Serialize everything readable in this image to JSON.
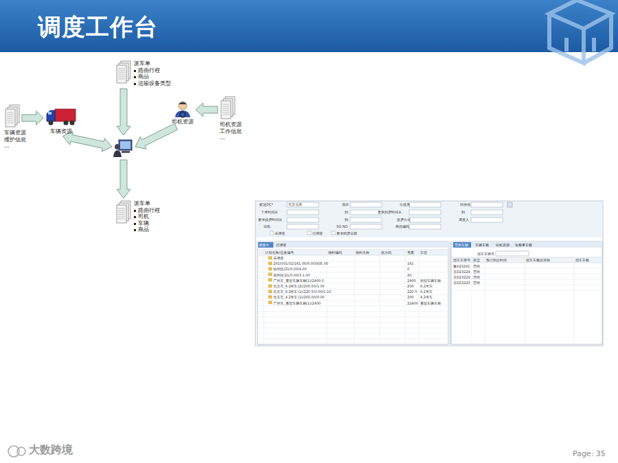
{
  "diagram": {
    "title": "调度工作台",
    "nodes": [
      {
        "text": [
          "派车单",
          "路由行程",
          "商品",
          "运输设备类型"
        ]
      },
      {
        "text": []
      },
      {
        "text": [
          "车辆资源"
        ]
      },
      {
        "text": [
          "车辆资源 维护信息",
          "..."
        ]
      },
      {
        "text": [
          "司机资源"
        ]
      },
      {
        "text": [
          "司机资源 工作信息",
          "..."
        ]
      },
      {
        "text": [
          "派车单",
          "路由行程",
          "司机",
          "车辆",
          "商品"
        ]
      }
    ],
    "edges": [
      {
        "from": 0,
        "to": 1,
        "arrow": "to"
      },
      {
        "from": 1,
        "to": 6,
        "arrow": "to"
      },
      {
        "from": 3,
        "to": 2,
        "arrow": "to"
      },
      {
        "from": 2,
        "to": 1,
        "arrow": "both"
      },
      {
        "from": 5,
        "to": 4,
        "arrow": "to"
      },
      {
        "from": 4,
        "to": 1,
        "arrow": "to"
      }
    ],
    "labels": [
      "配送DC*",
      "北京仓库",
      "项目",
      "分拣员",
      "目的地",
      "下单时间从",
      "到",
      "要求到货时间从",
      "到",
      "要求提货时间从",
      "到",
      "提货方式",
      "调度人",
      "司机",
      "SO NO",
      "商品编码",
      "未调度",
      "已调度",
      "要求到货日期",
      "调度中",
      "已调度",
      "空闲车辆",
      "车辆车载",
      "司机资源",
      "装载量车载",
      "指车车牌号",
      "计划名称/任务编号",
      "物料编码",
      "物料名称",
      "批次码",
      "毛重",
      "车型",
      "未调度",
      "2010/01/31/161.00/0.00/935.00",
      "杭州区/21/0.00/4.00",
      "郑州区/21/0.00/3.1.00",
      "广州市_重型车辆车厢(1)/2400.0",
      "北京市_6.2米车(2)/200.00/1.00",
      "北京市_6.2米车(1)/220.5/0.00/1.10",
      "北京市_4.2米车(1)/200.00/0.00",
      "广州市_重型车辆车厢(1)/2400",
      "161",
      "0",
      "20",
      "2400",
      "200",
      "220.5",
      "200",
      "22400",
      "轻型车辆车厢",
      "6.2米车",
      "6.2米车",
      "4.2米车",
      "重型车辆车厢",
      "指车车牌号",
      "状态",
      "预计到达时间",
      "指车车载品等级",
      "指车车载",
      "豫A23241",
      "空闲",
      "京D23224",
      "空闲",
      "京D23223",
      "空闲",
      "京D23223",
      "空闲",
      "大数跨境",
      "Page: 35"
    ]
  }
}
